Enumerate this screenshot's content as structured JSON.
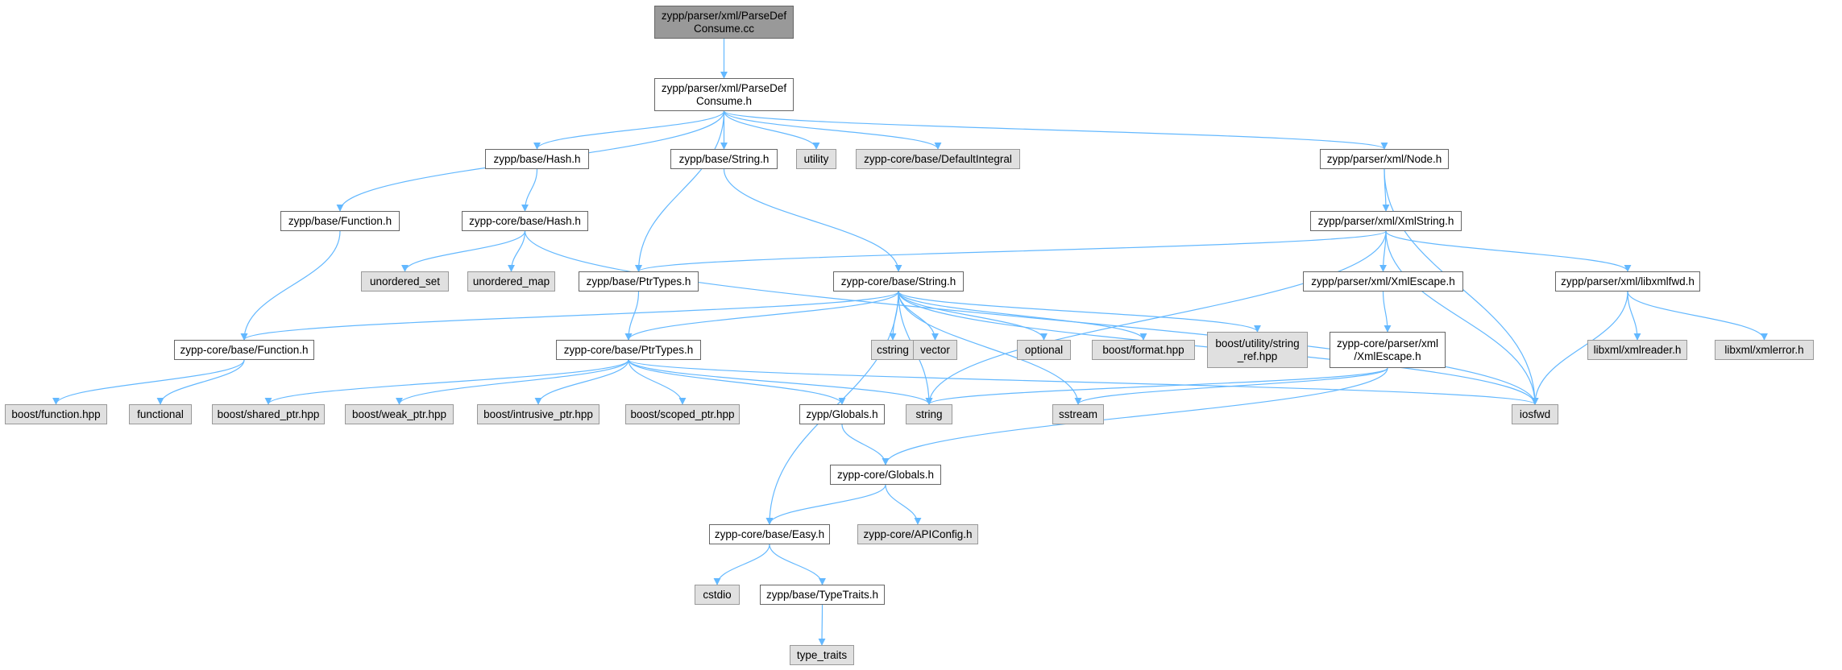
{
  "colors": {
    "edge": "#63b8ff",
    "root_fill": "#999999",
    "local_fill": "#ffffff",
    "system_fill": "#e0e0e0",
    "border": "#666666"
  },
  "nodes": [
    {
      "id": "n0",
      "label": "zypp/parser/xml/ParseDef\nConsume.cc",
      "kind": "root"
    },
    {
      "id": "n1",
      "label": "zypp/parser/xml/ParseDef\nConsume.h",
      "kind": "local"
    },
    {
      "id": "n2",
      "label": "zypp/base/Hash.h",
      "kind": "local"
    },
    {
      "id": "n3",
      "label": "zypp/base/String.h",
      "kind": "local"
    },
    {
      "id": "n4",
      "label": "utility",
      "kind": "system"
    },
    {
      "id": "n5",
      "label": "zypp-core/base/DefaultIntegral",
      "kind": "system"
    },
    {
      "id": "n6",
      "label": "zypp/parser/xml/Node.h",
      "kind": "local"
    },
    {
      "id": "n7",
      "label": "zypp/base/Function.h",
      "kind": "local"
    },
    {
      "id": "n8",
      "label": "zypp-core/base/Hash.h",
      "kind": "local"
    },
    {
      "id": "n9",
      "label": "zypp/parser/xml/XmlString.h",
      "kind": "local"
    },
    {
      "id": "n10",
      "label": "unordered_set",
      "kind": "system"
    },
    {
      "id": "n11",
      "label": "unordered_map",
      "kind": "system"
    },
    {
      "id": "n12",
      "label": "zypp/base/PtrTypes.h",
      "kind": "local"
    },
    {
      "id": "n13",
      "label": "zypp-core/base/String.h",
      "kind": "local"
    },
    {
      "id": "n14",
      "label": "zypp/parser/xml/XmlEscape.h",
      "kind": "local"
    },
    {
      "id": "n15",
      "label": "zypp/parser/xml/libxmlfwd.h",
      "kind": "local"
    },
    {
      "id": "n16",
      "label": "zypp-core/base/Function.h",
      "kind": "local"
    },
    {
      "id": "n17",
      "label": "zypp-core/base/PtrTypes.h",
      "kind": "local"
    },
    {
      "id": "n18",
      "label": "cstring",
      "kind": "system"
    },
    {
      "id": "n19",
      "label": "vector",
      "kind": "system"
    },
    {
      "id": "n20",
      "label": "optional",
      "kind": "system"
    },
    {
      "id": "n21",
      "label": "boost/format.hpp",
      "kind": "system"
    },
    {
      "id": "n22",
      "label": "boost/utility/string\n_ref.hpp",
      "kind": "system"
    },
    {
      "id": "n23",
      "label": "zypp-core/parser/xml\n/XmlEscape.h",
      "kind": "local"
    },
    {
      "id": "n24",
      "label": "libxml/xmlreader.h",
      "kind": "system"
    },
    {
      "id": "n25",
      "label": "libxml/xmlerror.h",
      "kind": "system"
    },
    {
      "id": "n26",
      "label": "boost/function.hpp",
      "kind": "system"
    },
    {
      "id": "n27",
      "label": "functional",
      "kind": "system"
    },
    {
      "id": "n28",
      "label": "boost/shared_ptr.hpp",
      "kind": "system"
    },
    {
      "id": "n29",
      "label": "boost/weak_ptr.hpp",
      "kind": "system"
    },
    {
      "id": "n30",
      "label": "boost/intrusive_ptr.hpp",
      "kind": "system"
    },
    {
      "id": "n31",
      "label": "boost/scoped_ptr.hpp",
      "kind": "system"
    },
    {
      "id": "n32",
      "label": "zypp/Globals.h",
      "kind": "local"
    },
    {
      "id": "n33",
      "label": "string",
      "kind": "system"
    },
    {
      "id": "n34",
      "label": "sstream",
      "kind": "system"
    },
    {
      "id": "n35",
      "label": "iosfwd",
      "kind": "system"
    },
    {
      "id": "n36",
      "label": "zypp-core/Globals.h",
      "kind": "local"
    },
    {
      "id": "n37",
      "label": "zypp-core/base/Easy.h",
      "kind": "local"
    },
    {
      "id": "n38",
      "label": "zypp-core/APIConfig.h",
      "kind": "system"
    },
    {
      "id": "n39",
      "label": "cstdio",
      "kind": "system"
    },
    {
      "id": "n40",
      "label": "zypp/base/TypeTraits.h",
      "kind": "local"
    },
    {
      "id": "n41",
      "label": "type_traits",
      "kind": "system"
    }
  ],
  "edges": [
    [
      "n0",
      "n1"
    ],
    [
      "n1",
      "n7"
    ],
    [
      "n1",
      "n2"
    ],
    [
      "n1",
      "n12"
    ],
    [
      "n1",
      "n3"
    ],
    [
      "n1",
      "n4"
    ],
    [
      "n1",
      "n5"
    ],
    [
      "n1",
      "n6"
    ],
    [
      "n2",
      "n8"
    ],
    [
      "n8",
      "n10"
    ],
    [
      "n8",
      "n11"
    ],
    [
      "n8",
      "n35"
    ],
    [
      "n7",
      "n16"
    ],
    [
      "n16",
      "n26"
    ],
    [
      "n16",
      "n27"
    ],
    [
      "n3",
      "n13"
    ],
    [
      "n12",
      "n17"
    ],
    [
      "n6",
      "n9"
    ],
    [
      "n6",
      "n35"
    ],
    [
      "n9",
      "n12"
    ],
    [
      "n9",
      "n33"
    ],
    [
      "n9",
      "n35"
    ],
    [
      "n9",
      "n14"
    ],
    [
      "n9",
      "n15"
    ],
    [
      "n13",
      "n16"
    ],
    [
      "n13",
      "n17"
    ],
    [
      "n13",
      "n18"
    ],
    [
      "n13",
      "n19"
    ],
    [
      "n13",
      "n20"
    ],
    [
      "n13",
      "n21"
    ],
    [
      "n13",
      "n22"
    ],
    [
      "n13",
      "n33"
    ],
    [
      "n13",
      "n34"
    ],
    [
      "n13",
      "n35"
    ],
    [
      "n13",
      "n37"
    ],
    [
      "n14",
      "n23"
    ],
    [
      "n23",
      "n33"
    ],
    [
      "n23",
      "n34"
    ],
    [
      "n23",
      "n36"
    ],
    [
      "n15",
      "n24"
    ],
    [
      "n15",
      "n25"
    ],
    [
      "n15",
      "n35"
    ],
    [
      "n17",
      "n28"
    ],
    [
      "n17",
      "n29"
    ],
    [
      "n17",
      "n30"
    ],
    [
      "n17",
      "n31"
    ],
    [
      "n17",
      "n32"
    ],
    [
      "n17",
      "n33"
    ],
    [
      "n17",
      "n35"
    ],
    [
      "n32",
      "n36"
    ],
    [
      "n36",
      "n37"
    ],
    [
      "n36",
      "n38"
    ],
    [
      "n37",
      "n39"
    ],
    [
      "n37",
      "n40"
    ],
    [
      "n40",
      "n41"
    ]
  ]
}
